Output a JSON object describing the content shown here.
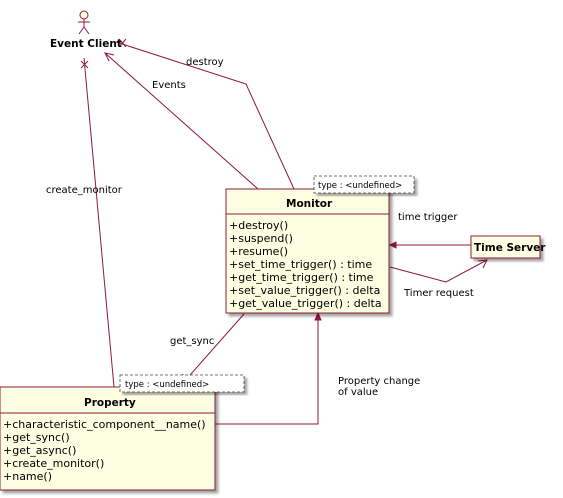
{
  "actor": {
    "name": "Event Client"
  },
  "monitor": {
    "name": "Monitor",
    "template": "type : <undefined>",
    "operations": [
      "+destroy()",
      "+suspend()",
      "+resume()",
      "+set_time_trigger() : time",
      "+get_time_trigger() : time",
      "+set_value_trigger() : delta",
      "+get_value_trigger() : delta"
    ]
  },
  "property": {
    "name": "Property",
    "template": "type : <undefined>",
    "operations": [
      "+characteristic_component__name()",
      "+get_sync()",
      "+get_async()",
      "+create_monitor()",
      "+name()"
    ]
  },
  "time_server": {
    "name": "Time Server"
  },
  "edges": {
    "destroy": "destroy",
    "events": "Events",
    "create_monitor": "create_monitor",
    "time_trigger": "time trigger",
    "timer_request": "Timer request",
    "get_sync": "get_sync",
    "property_change_line1": "Property change",
    "property_change_line2": "of value"
  },
  "colors": {
    "line": "#8b1a3a",
    "class_fill": "#fefee2",
    "header_fill": "#fefee2",
    "template_fill": "#ffffff"
  }
}
